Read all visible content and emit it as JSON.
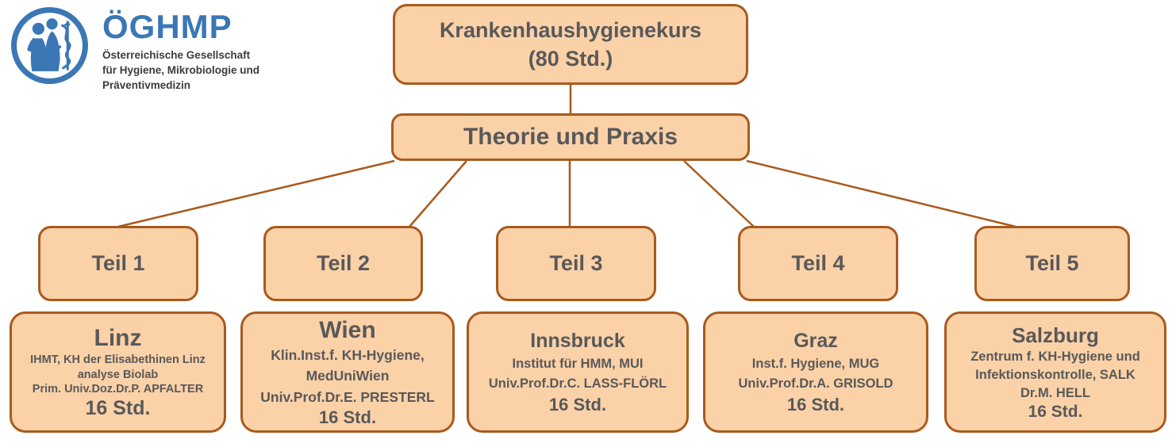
{
  "logo": {
    "acronym": "ÖGHMP",
    "subtitle_lines": [
      "Österreichische Gesellschaft",
      "für Hygiene, Mikrobiologie und",
      "Präventivmedizin"
    ]
  },
  "root": {
    "line1": "Krankenhaushygienekurs",
    "line2": "(80 Std.)"
  },
  "level2": {
    "label": "Theorie und Praxis"
  },
  "parts": [
    {
      "label": "Teil 1",
      "city": "Linz",
      "details": [
        "IHMT, KH der Elisabethinen Linz",
        "analyse Biolab",
        "Prim. Univ.Doz.Dr.P. APFALTER"
      ],
      "hours": "16 Std."
    },
    {
      "label": "Teil 2",
      "city": "Wien",
      "details": [
        "Klin.Inst.f. KH-Hygiene,",
        "MedUniWien",
        "Univ.Prof.Dr.E. PRESTERL"
      ],
      "hours": "16 Std."
    },
    {
      "label": "Teil 3",
      "city": "Innsbruck",
      "details": [
        "Institut für HMM, MUI",
        "Univ.Prof.Dr.C. LASS-FLÖRL"
      ],
      "hours": "16 Std."
    },
    {
      "label": "Teil 4",
      "city": "Graz",
      "details": [
        "Inst.f. Hygiene, MUG",
        "Univ.Prof.Dr.A. GRISOLD"
      ],
      "hours": "16 Std."
    },
    {
      "label": "Teil 5",
      "city": "Salzburg",
      "details": [
        "Zentrum f. KH-Hygiene und",
        "Infektionskontrolle, SALK",
        "Dr.M. HELL"
      ],
      "hours": "16 Std."
    }
  ],
  "colors": {
    "box_fill": "#FBD1A8",
    "box_border": "#A95A1E",
    "text_dark": "#595959",
    "logo_blue": "#3B77B5",
    "subtitle_gray": "#3C3C3C"
  }
}
